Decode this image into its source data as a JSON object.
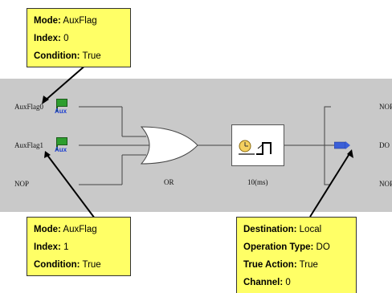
{
  "diagram": {
    "inputs": [
      {
        "label": "AuxFlag0",
        "icon": "aux-flag-icon",
        "icon_text": "Aux"
      },
      {
        "label": "AuxFlag1",
        "icon": "aux-flag-icon",
        "icon_text": "Aux"
      },
      {
        "label": "NOP"
      }
    ],
    "gate_label": "OR",
    "timer_label": "10(ms)",
    "outputs": [
      "NOP",
      "DO",
      "NOP"
    ],
    "colors": {
      "background_band": "#c9c9c9",
      "callout_fill": "#ffff66",
      "aux_flag": "#2e9e2e",
      "aux_text": "#1e3fd0",
      "do_icon": "#3a5fd8"
    }
  },
  "callouts": {
    "top": {
      "rows": [
        {
          "key": "Mode:",
          "value": "AuxFlag"
        },
        {
          "key": "Index:",
          "value": "0"
        },
        {
          "key": "Condition:",
          "value": "True"
        }
      ]
    },
    "bottom_left": {
      "rows": [
        {
          "key": "Mode:",
          "value": "AuxFlag"
        },
        {
          "key": "Index:",
          "value": "1"
        },
        {
          "key": "Condition:",
          "value": "True"
        }
      ]
    },
    "bottom_right": {
      "rows": [
        {
          "key": "Destination:",
          "value": "Local"
        },
        {
          "key": "Operation Type:",
          "value": "DO"
        },
        {
          "key": "True Action:",
          "value": "True"
        },
        {
          "key": "Channel:",
          "value": "0"
        }
      ]
    }
  }
}
